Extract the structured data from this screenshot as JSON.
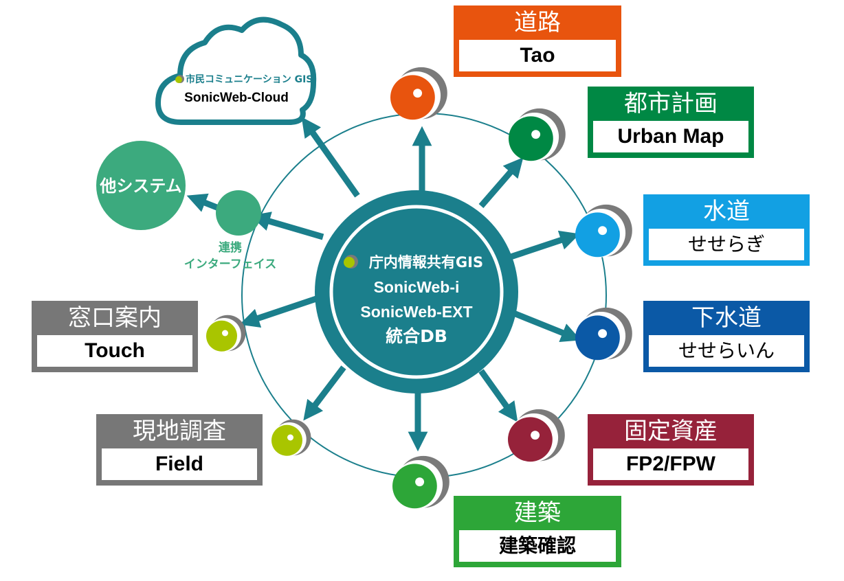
{
  "hub": {
    "line1": "庁内情報共有GIS",
    "line2": "SonicWeb-i",
    "line3": "SonicWeb-EXT",
    "line4": "統合DB"
  },
  "cloud": {
    "line1": "市民コミュニケーション GIS",
    "line2": "SonicWeb-Cloud"
  },
  "other": {
    "label": "他システム"
  },
  "interface": {
    "line1": "連携",
    "line2": "インターフェイス"
  },
  "systems": [
    {
      "id": "road",
      "category": "道路",
      "product": "Tao",
      "color": "#e8540e"
    },
    {
      "id": "urban",
      "category": "都市計画",
      "product": "Urban Map",
      "color": "#008844"
    },
    {
      "id": "water",
      "category": "水道",
      "product": "せせらぎ",
      "color": "#12a0e3"
    },
    {
      "id": "sewer",
      "category": "下水道",
      "product": "せせらいん",
      "color": "#0b59a6"
    },
    {
      "id": "asset",
      "category": "固定資産",
      "product": "FP2/FPW",
      "color": "#96223a"
    },
    {
      "id": "build",
      "category": "建築",
      "product": "建築確認",
      "color": "#2da638"
    },
    {
      "id": "window",
      "category": "窓口案内",
      "product": "Touch",
      "color": "#777777"
    },
    {
      "id": "field",
      "category": "現地調査",
      "product": "Field",
      "color": "#777777"
    }
  ],
  "colors": {
    "teal": "#1b7f8c",
    "interface_green": "#3caa7e",
    "icon_gray": "#7a7a7a",
    "icon_lime": "#a9c500"
  }
}
